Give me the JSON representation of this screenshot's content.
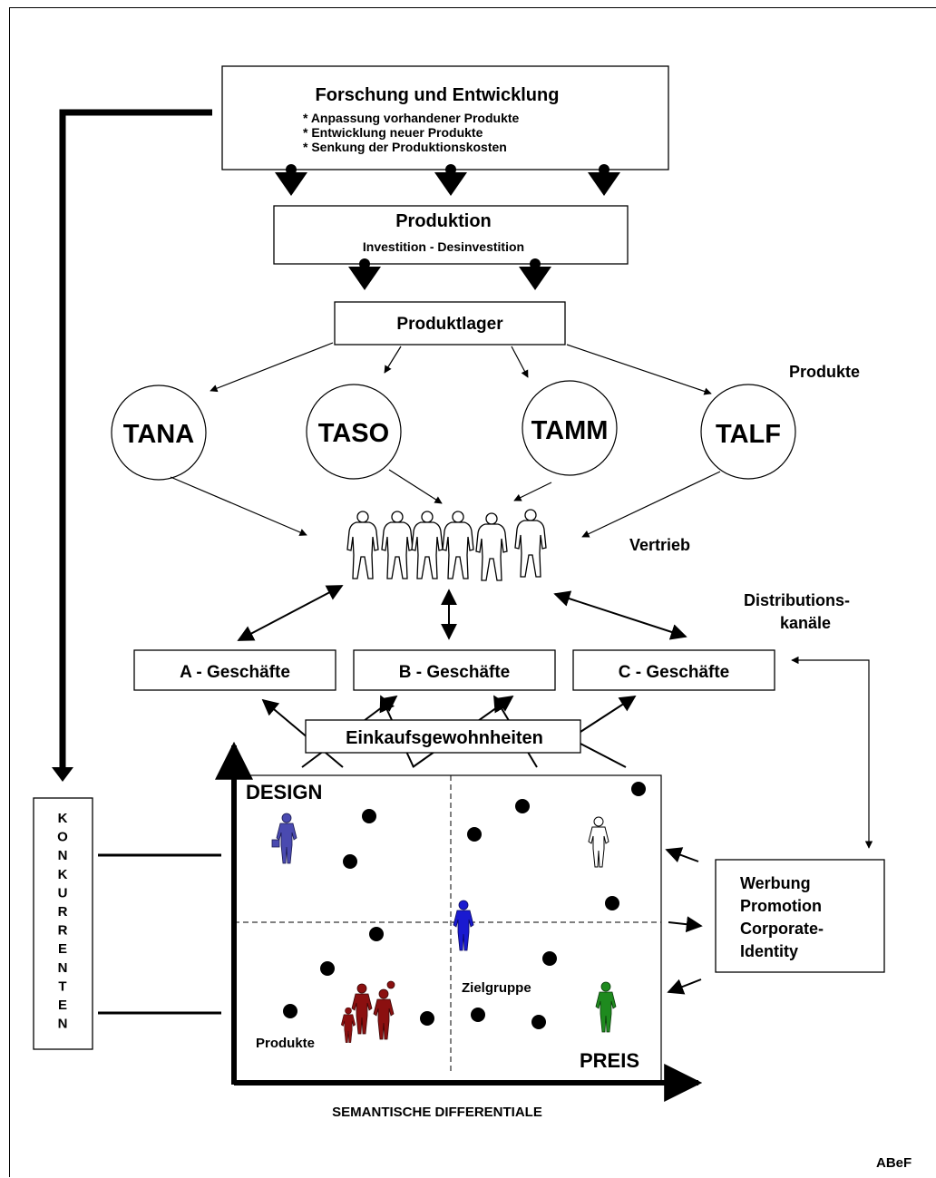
{
  "forschung": {
    "title": "Forschung und Entwicklung",
    "items": [
      "* Anpassung vorhandener Produkte",
      "* Entwicklung neuer Produkte",
      "* Senkung der Produktionskosten"
    ]
  },
  "produktion": {
    "title": "Produktion",
    "subtitle": "Investition - Desinvestition"
  },
  "produktlager": {
    "title": "Produktlager"
  },
  "produkte_label": "Produkte",
  "products": [
    "TANA",
    "TASO",
    "TAMM",
    "TALF"
  ],
  "vertrieb_label": "Vertrieb",
  "distribution_label": [
    "Distributions-",
    "kanäle"
  ],
  "shops": [
    "A - Geschäfte",
    "B - Geschäfte",
    "C - Geschäfte"
  ],
  "einkauf_label": "Einkaufsgewohnheiten",
  "konkurrenten": [
    "K",
    "O",
    "N",
    "K",
    "U",
    "R",
    "R",
    "E",
    "N",
    "T",
    "E",
    "N"
  ],
  "quadrant": {
    "design": "DESIGN",
    "preis": "PREIS",
    "zielgruppe": "Zielgruppe",
    "produkte": "Produkte"
  },
  "axis_caption": "SEMANTISCHE DIFFERENTIALE",
  "werbung": [
    "Werbung",
    "Promotion",
    "Corporate-",
    "Identity"
  ],
  "signature": "ABeF",
  "colors": {
    "line": "#000000",
    "figure_blue_dark": "#4a4ab0",
    "figure_blue": "#1a1ad0",
    "figure_red": "#8b1010",
    "figure_green": "#1e8a1e"
  },
  "icons": [
    "arrow-down-icon",
    "arrow-icon",
    "businessman-icon",
    "people-silhouette-icon",
    "family-icon",
    "dot-icon"
  ]
}
